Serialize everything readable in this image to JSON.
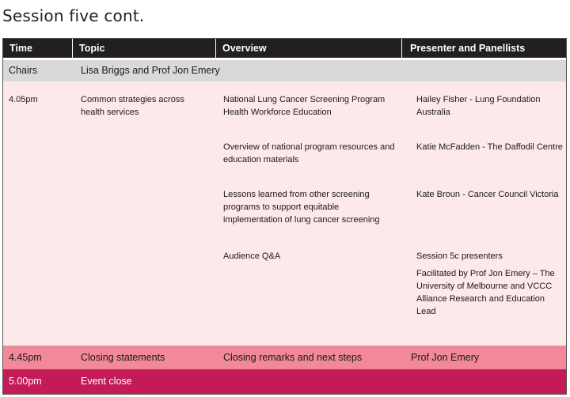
{
  "page": {
    "title": "Session five cont."
  },
  "table": {
    "headers": [
      "Time",
      "Topic",
      "Overview",
      "Presenter and Panellists"
    ],
    "chairs": {
      "label": "Chairs",
      "names": "Lisa Briggs and Prof Jon Emery"
    },
    "session": {
      "time": "4.05pm",
      "topic": "Common strategies across health services",
      "overview": [
        "National Lung Cancer Screening Program Health Workforce Education",
        "Overview of national program resources and education materials",
        "Lessons learned from other screening programs to support equitable implementation of lung cancer screening",
        "Audience Q&A"
      ],
      "presenters": [
        "Hailey Fisher - Lung Foundation Australia",
        "Katie McFadden - The Daffodil Centre",
        "Kate Broun - Cancer Council Victoria",
        "Session 5c presenters",
        "Facilitated by Prof Jon Emery – The University of Melbourne and VCCC Alliance Research and Education Lead"
      ]
    },
    "closing": {
      "time": "4.45pm",
      "topic": "Closing statements",
      "overview": "Closing remarks and next steps",
      "presenter": "Prof Jon Emery"
    },
    "event_close": {
      "time": "5.00pm",
      "topic": "Event close"
    }
  },
  "colors": {
    "header_bg": "#231f20",
    "chairs_bg": "#d9d9d9",
    "session_bg": "#fde8ea",
    "closing_bg": "#f2899a",
    "event_close_bg": "#c41a55"
  }
}
